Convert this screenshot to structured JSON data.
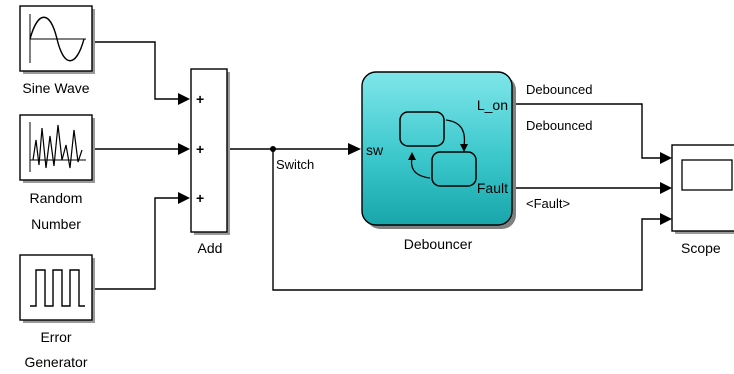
{
  "blocks": {
    "sine_wave": {
      "label": "Sine Wave"
    },
    "random_number": {
      "label_line1": "Random",
      "label_line2": "Number"
    },
    "error_generator": {
      "label_line1": "Error",
      "label_line2": "Generator"
    },
    "add": {
      "label": "Add",
      "ports": [
        "+",
        "+",
        "+"
      ]
    },
    "debouncer": {
      "label": "Debouncer",
      "in_port": "sw",
      "out_ports": [
        "L_on",
        "Fault"
      ],
      "fill_color": "#3cc8cc"
    },
    "scope": {
      "label": "Scope"
    }
  },
  "signals": {
    "switch": "Switch",
    "debounced_1": "Debounced",
    "debounced_2": "Debounced",
    "fault": "<Fault>"
  }
}
